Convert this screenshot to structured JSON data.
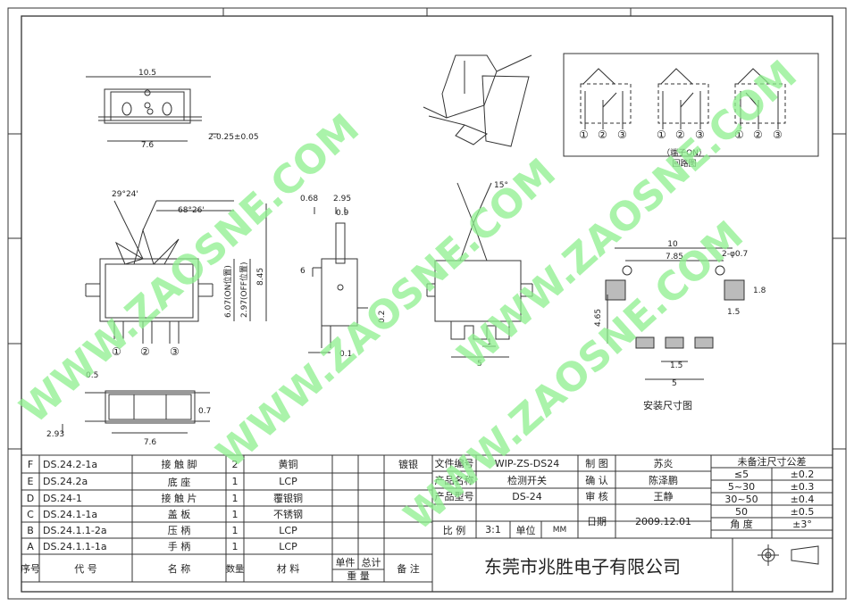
{
  "drawing": {
    "dims": {
      "top_width": "10.5",
      "top_bottom_width": "7.6",
      "pin_spec": "2-0.25±0.05",
      "angle_left": "29°24'",
      "angle_right": "68°26'",
      "on_height": "6.07(ON位置)",
      "off_height": "2.97(OFF位置)",
      "total_height": "8.45",
      "side_top1": "0.68",
      "side_top2": "2.95",
      "side_top3": "0.9",
      "side_left": "6",
      "side_right": "0.2",
      "side_bottom": "0.1",
      "front_angle": "15°",
      "front_pitch": "1",
      "front_width": "5",
      "bottom_left": "0.5",
      "bottom_side": "0.7",
      "bottom_offset": "2.93",
      "bottom_width": "7.6",
      "pcb_width": "10",
      "pcb_hole_span": "7.85",
      "pcb_hole": "2-φ0.7",
      "pcb_pad_h": "1.8",
      "pcb_pad_w": "1.5",
      "pcb_height": "4.65",
      "pcb_pitch": "1.5",
      "pcb_total": "5"
    },
    "circuit": {
      "terminals": [
        "①",
        "②",
        "③"
      ],
      "caption_line1": "（端子ON）",
      "caption_line2": "回路图"
    },
    "pcb_caption": "安装尺寸图",
    "pin_labels": [
      "①",
      "②",
      "③"
    ]
  },
  "bom": {
    "rows": [
      {
        "idx": "F",
        "code": "DS.24.2-1a",
        "name": "接 触 脚",
        "qty": "2",
        "mat": "黄铜",
        "note": "镀银"
      },
      {
        "idx": "E",
        "code": "DS.24.2a",
        "name": "底 座",
        "qty": "1",
        "mat": "LCP",
        "note": ""
      },
      {
        "idx": "D",
        "code": "DS.24-1",
        "name": "接 触 片",
        "qty": "1",
        "mat": "覆银铜",
        "note": ""
      },
      {
        "idx": "C",
        "code": "DS.24.1-1a",
        "name": "盖 板",
        "qty": "1",
        "mat": "不锈钢",
        "note": ""
      },
      {
        "idx": "B",
        "code": "DS.24.1.1-2a",
        "name": "压 柄",
        "qty": "1",
        "mat": "LCP",
        "note": ""
      },
      {
        "idx": "A",
        "code": "DS.24.1.1-1a",
        "name": "手 柄",
        "qty": "1",
        "mat": "LCP",
        "note": ""
      }
    ],
    "header": {
      "idx": "序号",
      "code": "代 号",
      "name": "名 称",
      "qty": "数量",
      "mat": "材 料",
      "unit": "单件",
      "total": "总计",
      "weight": "重 量",
      "note": "备 注"
    }
  },
  "title_block": {
    "file_no_label": "文件编号",
    "file_no": "WIP-ZS-DS24",
    "name_label": "产品名称",
    "name": "检测开关",
    "model_label": "产品型号",
    "model": "DS-24",
    "scale_label": "比 例",
    "scale": "3:1",
    "unit_label": "单位",
    "unit": "MM",
    "draw_label": "制 图",
    "drawer": "苏炎",
    "confirm_label": "确 认",
    "confirmer": "陈泽鹏",
    "review_label": "审 核",
    "reviewer": "王静",
    "date_label": "日期",
    "date": "2009.12.01",
    "company": "东莞市兆胜电子有限公司"
  },
  "tolerance": {
    "title": "未备注尺寸公差",
    "rows": [
      {
        "range": "≤5",
        "tol": "±0.2"
      },
      {
        "range": "5~30",
        "tol": "±0.3"
      },
      {
        "range": "30~50",
        "tol": "±0.4"
      },
      {
        "range": "50",
        "tol": "±0.5"
      },
      {
        "range": "角 度",
        "tol": "±3°"
      }
    ]
  },
  "watermark": "WWW.ZAOSNE.COM"
}
